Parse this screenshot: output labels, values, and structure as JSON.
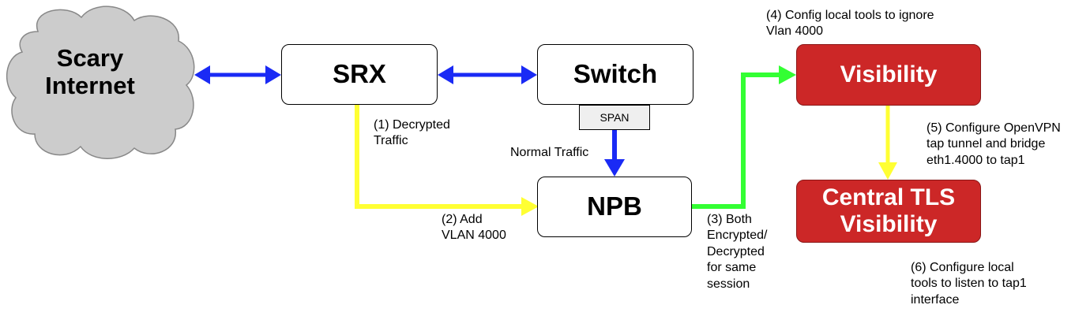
{
  "cloud": {
    "label": "Scary\nInternet"
  },
  "nodes": {
    "srx": "SRX",
    "switch": "Switch",
    "npb": "NPB",
    "visibility": "Visibility",
    "central_tls": "Central TLS\nVisibility"
  },
  "span_tag": "SPAN",
  "labels": {
    "normal_traffic": "Normal Traffic",
    "decrypted_traffic": "(1) Decrypted\nTraffic",
    "add_vlan": "(2) Add\nVLAN 4000",
    "both_encrypted": "(3) Both\nEncrypted/\nDecrypted\nfor same\nsession",
    "config_local_ignore": "(4) Config local tools to ignore\nVlan 4000",
    "configure_openvpn": "(5) Configure OpenVPN\ntap tunnel and bridge\neth1.4000 to tap1",
    "configure_listen": "(6) Configure local\ntools to listen to tap1\ninterface"
  },
  "colors": {
    "blue_arrow": "#1a2af5",
    "yellow_arrow": "#ffff33",
    "green_arrow": "#33ff33",
    "red_box": "#cc2727",
    "cloud_fill": "#cccccc"
  }
}
